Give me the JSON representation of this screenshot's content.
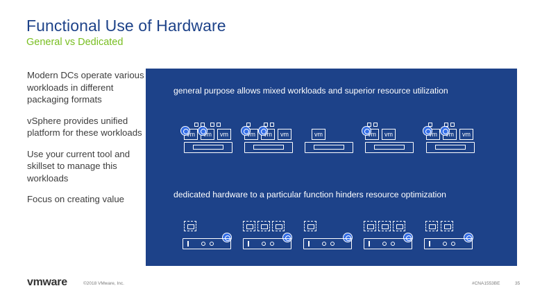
{
  "slide": {
    "title": "Functional Use of Hardware",
    "subtitle": "General vs Dedicated",
    "bullets": [
      "Modern DCs operate various workloads in different packaging formats",
      "vSphere provides unified platform for these workloads",
      "Use your current tool and skillset to manage this workloads",
      "Focus on creating value"
    ]
  },
  "panel": {
    "top_caption": "general purpose allows mixed workloads and superior resource utilization",
    "bottom_caption": "dedicated hardware to a particular function hinders resource optimization",
    "vm_label": "vm",
    "colors": {
      "panel_bg": "#1d4289",
      "k8s": "#326ce5",
      "title": "#1d4289",
      "subtitle": "#78be20"
    }
  },
  "footer": {
    "logo": "vmware",
    "copyright": "©2018 VMware, Inc.",
    "tag": "#CNA1553BE",
    "page": "35"
  },
  "icons": [
    "kubernetes-icon",
    "container-icon",
    "server-icon"
  ]
}
